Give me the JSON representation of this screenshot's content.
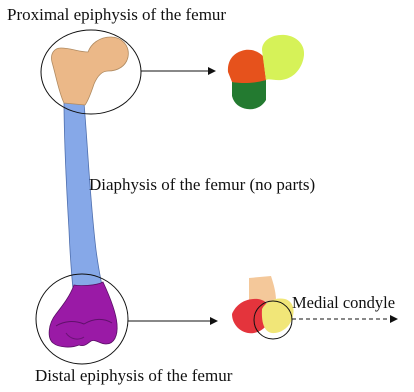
{
  "labels": {
    "proximal": "Proximal epiphysis of the femur",
    "diaphysis": "Diaphysis of the femur (no parts)",
    "distal": "Distal epiphysis of the femur",
    "medial_condyle": "Medial condyle"
  },
  "colors": {
    "proximal_bone": "#ebb888",
    "diaphysis": "#86a8e8",
    "distal_bone": "#9a1aa6",
    "proximal_head": "#d6f258",
    "proximal_neck": "#e6521c",
    "proximal_trochanter": "#237a30",
    "distal_lateral": "#e4343c",
    "distal_medial": "#f1e678",
    "distal_shaft": "#f4c89a"
  }
}
